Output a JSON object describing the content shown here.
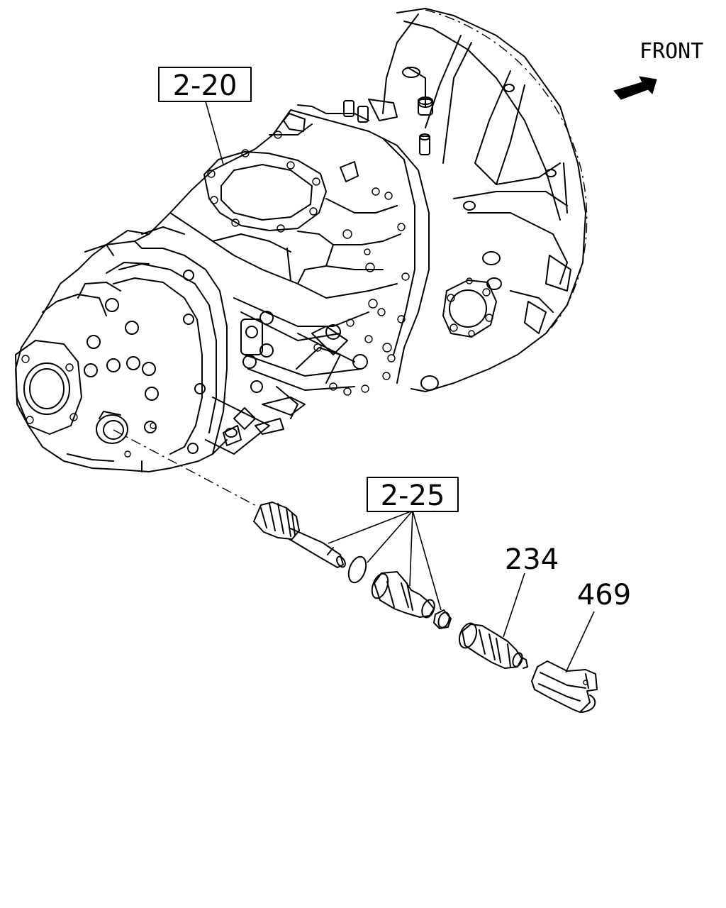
{
  "orientation": {
    "front_label": "FRONT",
    "arrow_icon": "front-arrow-icon"
  },
  "callouts": {
    "ref_2_20": "2-20",
    "ref_2_25": "2-25",
    "part_234": "234",
    "part_469": "469"
  },
  "colors": {
    "line": "#000000",
    "background": "#ffffff"
  }
}
